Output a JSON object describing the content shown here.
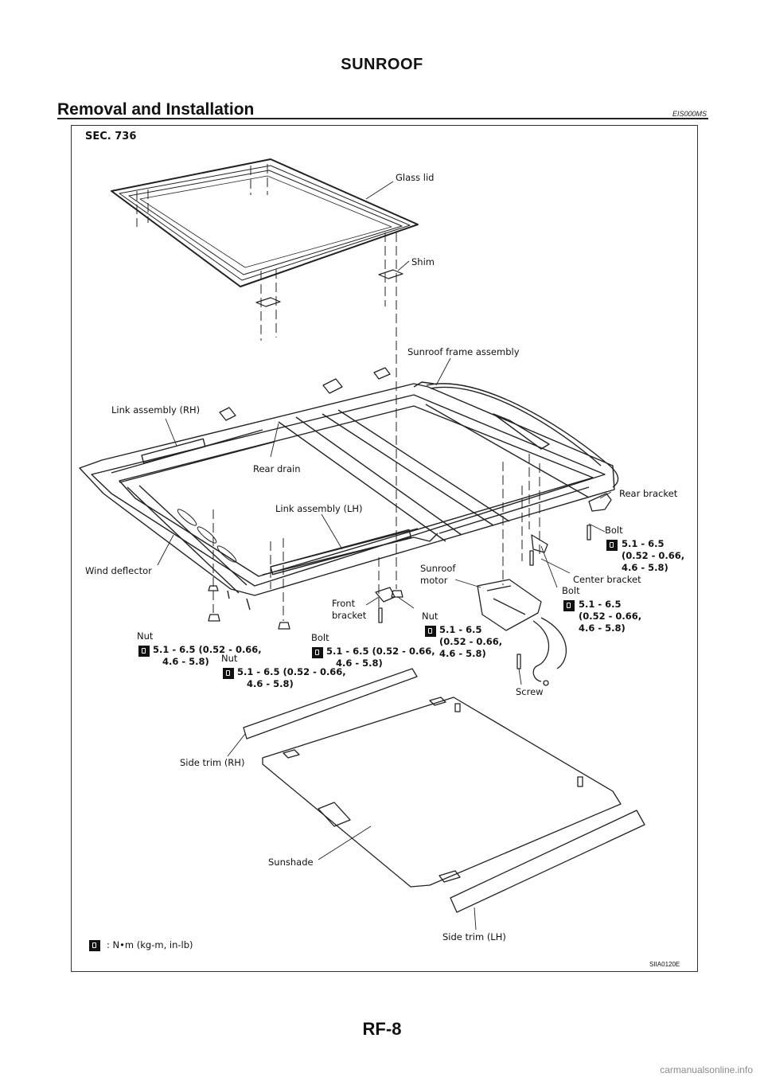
{
  "header": {
    "title": "SUNROOF"
  },
  "section": {
    "title": "Removal and Installation",
    "code": "EIS000MS"
  },
  "figure": {
    "sec": "SEC. 736",
    "code": "SIIA0120E",
    "labels": {
      "glass_lid": "Glass lid",
      "shim": "Shim",
      "frame": "Sunroof frame assembly",
      "link_rh": "Link assembly (RH)",
      "rear_drain": "Rear drain",
      "link_lh": "Link assembly (LH)",
      "rear_bracket": "Rear bracket",
      "bolt1": "Bolt",
      "center_bracket": "Center bracket",
      "wind_deflector": "Wind deflector",
      "motor": "Sunroof\nmotor",
      "bolt2": "Bolt",
      "front_bracket": "Front\nbracket",
      "nut1": "Nut",
      "nut2": "Nut",
      "bolt3": "Bolt",
      "nut3": "Nut",
      "screw": "Screw",
      "side_trim_rh": "Side trim (RH)",
      "sunshade": "Sunshade",
      "side_trim_lh": "Side trim (LH)"
    },
    "torques": {
      "t_bolt1": "5.1 - 6.5\n(0.52 - 0.66,\n4.6 - 5.8)",
      "t_bolt2": "5.1 - 6.5\n(0.52 - 0.66,\n4.6 - 5.8)",
      "t_nut3": "5.1 - 6.5\n(0.52 - 0.66,\n4.6 - 5.8)",
      "t_nut1": "5.1 - 6.5 (0.52 - 0.66,\n   4.6 - 5.8)",
      "t_bolt3": "5.1 - 6.5 (0.52 - 0.66,\n   4.6 - 5.8)",
      "t_nut2": "5.1 - 6.5 (0.52 - 0.66,\n   4.6 - 5.8)"
    },
    "legend": ": N•m (kg-m, in-lb)"
  },
  "footer": {
    "page_number": "RF-8",
    "watermark": "carmanualsonline.info"
  }
}
